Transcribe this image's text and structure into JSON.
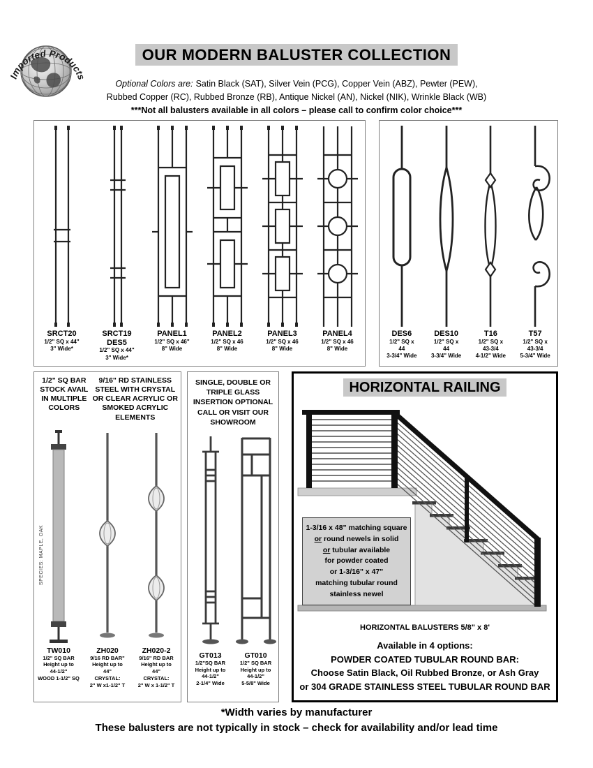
{
  "logo": {
    "text": "Imported Products"
  },
  "header": {
    "title": "OUR MODERN BALUSTER COLLECTION",
    "colors_intro": "Optional Colors are:",
    "colors_line1": "Satin Black (SAT), Silver Vein (PCG), Copper Vein (ABZ), Pewter (PEW),",
    "colors_line2": "Rubbed Copper (RC), Rubbed Bronze (RB), Antique Nickel (AN), Nickel (NIK), Wrinkle Black (WB)",
    "warning": "***Not all balusters available in all colors – please call to confirm color choice***"
  },
  "panel_box": {
    "items": [
      {
        "id": "srct20",
        "name_lines": [
          "SRCT20"
        ],
        "specs": [
          "1/2\" SQ x 44\"",
          "3\" Wide*"
        ]
      },
      {
        "id": "srct19",
        "name_lines": [
          "SRCT19",
          "DES5"
        ],
        "specs": [
          "1/2\" SQ x 44\"",
          "3\" Wide*"
        ]
      },
      {
        "id": "panel1",
        "name_lines": [
          "PANEL1"
        ],
        "specs": [
          "1/2\" SQ x 46\"",
          "8\" Wide"
        ]
      },
      {
        "id": "panel2",
        "name_lines": [
          "PANEL2"
        ],
        "specs": [
          "1/2\" SQ x 46",
          "8\" Wide"
        ]
      },
      {
        "id": "panel3",
        "name_lines": [
          "PANEL3"
        ],
        "specs": [
          "1/2\" SQ x 46",
          "8\" Wide"
        ]
      },
      {
        "id": "panel4",
        "name_lines": [
          "PANEL4"
        ],
        "specs": [
          "1/2\" SQ x 46",
          "8\" Wide"
        ]
      }
    ]
  },
  "round_box": {
    "items": [
      {
        "id": "des6",
        "name_lines": [
          "DES6"
        ],
        "specs": [
          "1/2\" SQ x",
          "44",
          "3-3/4\" Wide"
        ]
      },
      {
        "id": "des10",
        "name_lines": [
          "DES10"
        ],
        "specs": [
          "1/2\" SQ x",
          "44",
          "3-3/4\" Wide"
        ]
      },
      {
        "id": "t16",
        "name_lines": [
          "T16"
        ],
        "specs": [
          "1/2\" SQ x",
          "43-3/4",
          "4-1/2\" Wide"
        ]
      },
      {
        "id": "t57",
        "name_lines": [
          "T57"
        ],
        "specs": [
          "1/2\" SQ x",
          "43-3/4",
          "5-3/4\" Wide"
        ]
      }
    ]
  },
  "bar_box": {
    "header_left": "1/2\" SQ BAR STOCK AVAIL IN MULTIPLE COLORS",
    "header_right": "9/16\" RD STAINLESS STEEL WITH CRYSTAL OR CLEAR ACRYLIC OR SMOKED ACRYLIC ELEMENTS",
    "wood_species_label": "SPECIES: MAPLE, OAK",
    "items": [
      {
        "id": "tw010",
        "name_lines": [
          "TW010"
        ],
        "specs": [
          "1/2\" SQ BAR",
          "Height up to",
          "44-1/2\"",
          "WOOD 1-1/2\" SQ"
        ]
      },
      {
        "id": "zh020",
        "name_lines": [
          "ZH020"
        ],
        "specs": [
          "9/16 RD BAR\"",
          "Height up to",
          "44\"",
          "CRYSTAL:",
          "2\" W x1-1/2\" T"
        ]
      },
      {
        "id": "zh020_2",
        "name_lines": [
          "ZH020-2"
        ],
        "specs": [
          "9/16\" RD BAR",
          "Height up to",
          "44\"",
          "CRYSTAL:",
          "2\" W x 1-1/2\" T"
        ]
      }
    ]
  },
  "glass_box": {
    "header": "SINGLE, DOUBLE OR TRIPLE GLASS INSERTION OPTIONAL CALL OR VISIT OUR SHOWROOM",
    "items": [
      {
        "id": "gt013",
        "name_lines": [
          "GT013"
        ],
        "specs": [
          "1/2\"SQ BAR",
          "Height up to",
          "44-1/2\"",
          "2-1/4\" Wide"
        ]
      },
      {
        "id": "gt010",
        "name_lines": [
          "GT010"
        ],
        "specs": [
          "1/2\" SQ BAR",
          "Height up to",
          "44-1/2\"",
          "5-5/8\" Wide"
        ]
      }
    ]
  },
  "railing_box": {
    "title": "HORIZONTAL RAILING",
    "note_lines": [
      {
        "text": "1-3/16 x 48\" matching square"
      },
      {
        "underline": "or",
        "text": " round newels in solid"
      },
      {
        "underline": "or",
        "text": " tubular available"
      },
      {
        "text": "for powder coated"
      },
      {
        "text": "or 1-3/16\" x 47\""
      },
      {
        "text": "matching tubular round"
      },
      {
        "text": "stainless newel"
      }
    ],
    "caption_small": "HORIZONTAL BALUSTERS 5/8\" x 8'",
    "caption_lines": [
      "Available in 4 options:",
      "POWDER COATED TUBULAR ROUND BAR:",
      "Choose Satin Black, Oil Rubbed Bronze, or Ash Gray",
      "or 304 GRADE STAINLESS STEEL TUBULAR ROUND BAR"
    ]
  },
  "footer": {
    "line1": "*Width varies by manufacturer",
    "line2": "These balusters are not typically in stock – check for availability and/or lead time"
  },
  "colors": {
    "highlight": "#c8c8c8",
    "note_background": "#d2d2d2",
    "ink": "#000000",
    "box_border": "#7d7d7d",
    "drawing_stroke": "#222222"
  }
}
